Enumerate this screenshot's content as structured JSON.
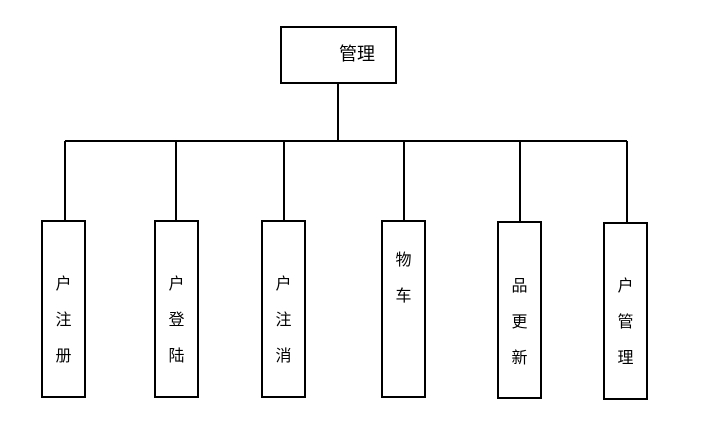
{
  "diagram": {
    "root": {
      "label": "管理"
    },
    "children": [
      {
        "label": "户注册"
      },
      {
        "label": "户登陆"
      },
      {
        "label": "户注消"
      },
      {
        "label": "物车"
      },
      {
        "label": "品更新"
      },
      {
        "label": "户管理"
      }
    ]
  }
}
